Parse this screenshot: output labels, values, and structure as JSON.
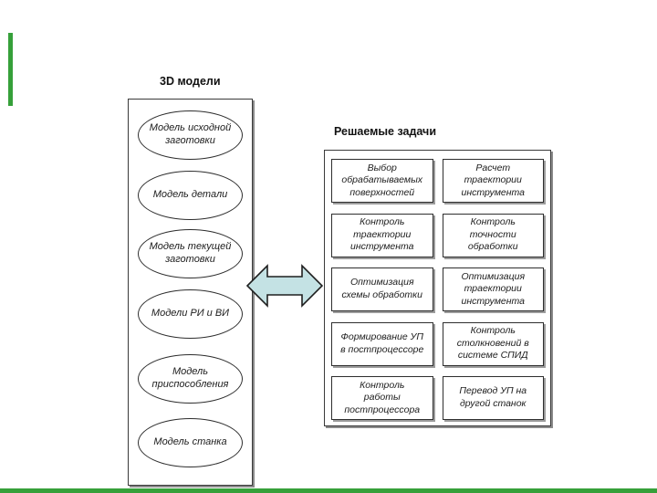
{
  "slide": {
    "background": "#ffffff",
    "accent_color": "#36a03a",
    "arrow": {
      "icon": "double-horizontal-arrow",
      "fill": "#c4e2e4"
    }
  },
  "left_panel": {
    "title": "3D модели",
    "items": [
      "Модель исходной заготовки",
      "Модель детали",
      "Модель текущей заготовки",
      "Модели РИ и ВИ",
      "Модель приспособления",
      "Модель станка"
    ]
  },
  "right_panel": {
    "title": "Решаемые задачи",
    "tasks": [
      "Выбор обрабатываемых поверхностей",
      "Расчет траектории инструмента",
      "Контроль траектории инструмента",
      "Контроль точности обработки",
      "Оптимизация схемы обработки",
      "Оптимизация траектории инструмента",
      "Формирование УП в постпроцессоре",
      "Контроль столкновений в системе СПИД",
      "Контроль работы постпроцессора",
      "Перевод УП на другой станок"
    ]
  }
}
